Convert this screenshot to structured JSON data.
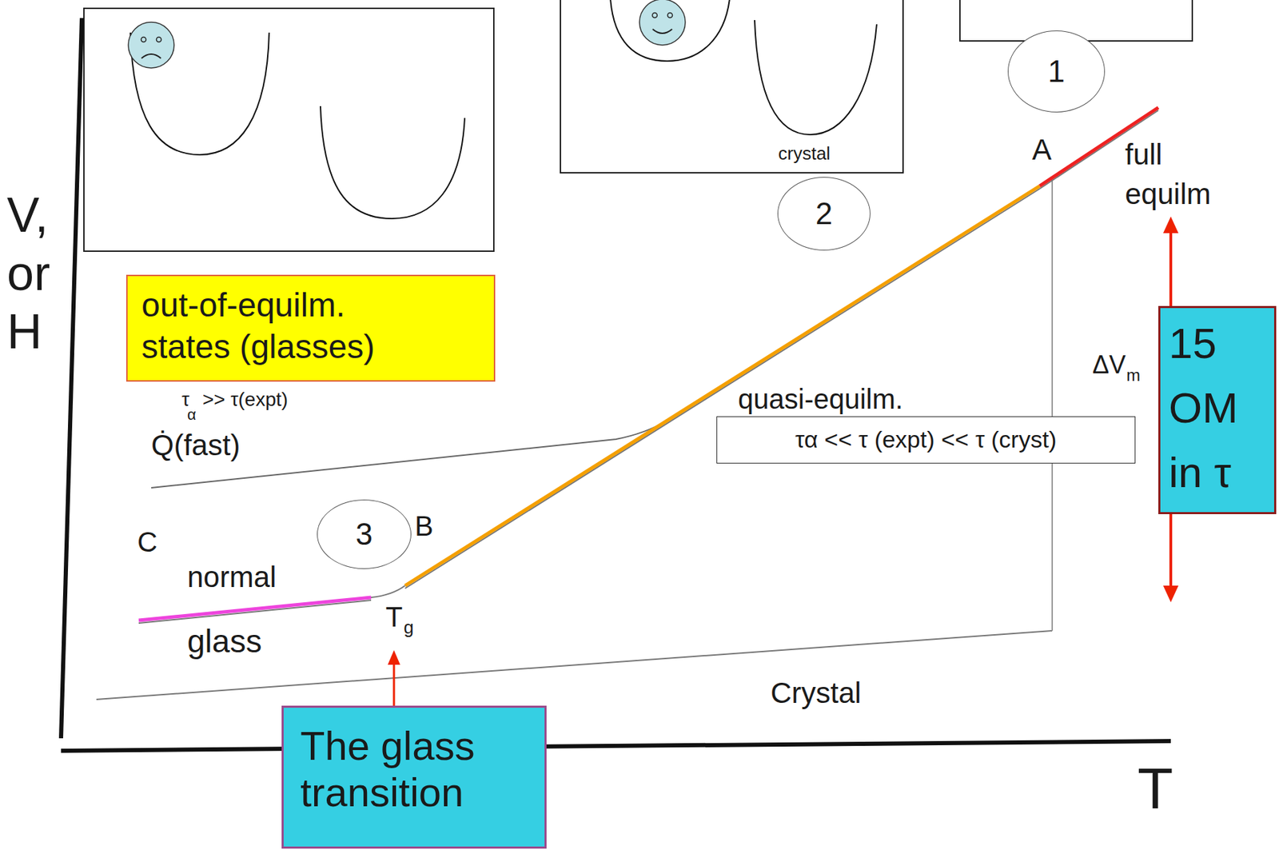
{
  "diagram": {
    "nodes": [
      {
        "text": [
          "crystal"
        ]
      },
      {
        "text": [
          "1"
        ]
      },
      {
        "text": [
          "2"
        ]
      },
      {
        "text": [
          "out-of-equilm. states (glasses)"
        ]
      },
      {
        "text": [
          "15 OM in τ"
        ]
      },
      {
        "text": [
          "quasi-equilm.",
          "τα << τ (expt) << τ (cryst)"
        ]
      },
      {
        "text": [
          "3"
        ]
      },
      {
        "text": [
          "The glass transition"
        ]
      }
    ],
    "labels": [
      "V, or H",
      "A",
      "full equilm",
      "ΔV",
      "m",
      "τ",
      "α",
      ">> τ(expt)",
      "Q̇(fast)",
      "C",
      "B",
      "normal",
      "glass",
      "T",
      "g",
      "Crystal",
      "T"
    ]
  }
}
